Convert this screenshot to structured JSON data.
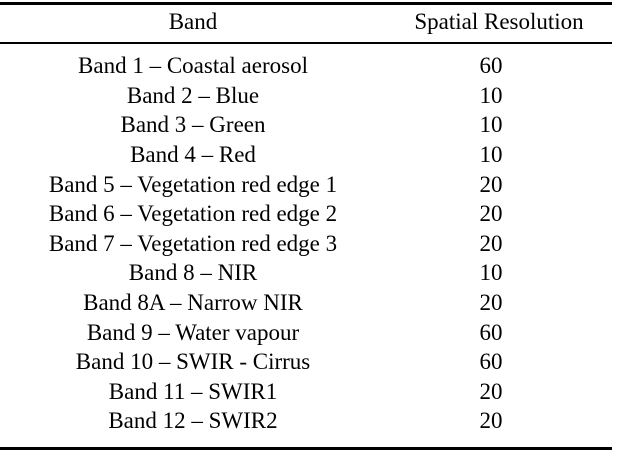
{
  "table": {
    "columns": [
      {
        "key": "band",
        "label": "Band"
      },
      {
        "key": "resolution",
        "label": "Spatial Resolution"
      }
    ],
    "rows": [
      {
        "band": "Band 1 – Coastal aerosol",
        "resolution": "60"
      },
      {
        "band": "Band 2 – Blue",
        "resolution": "10"
      },
      {
        "band": "Band 3 – Green",
        "resolution": "10"
      },
      {
        "band": "Band 4 – Red",
        "resolution": "10"
      },
      {
        "band": "Band 5 – Vegetation red edge 1",
        "resolution": "20"
      },
      {
        "band": "Band 6 – Vegetation red edge 2",
        "resolution": "20"
      },
      {
        "band": "Band 7 – Vegetation red edge 3",
        "resolution": "20"
      },
      {
        "band": "Band 8 – NIR",
        "resolution": "10"
      },
      {
        "band": "Band 8A – Narrow NIR",
        "resolution": "20"
      },
      {
        "band": "Band 9 – Water vapour",
        "resolution": "60"
      },
      {
        "band": "Band 10 – SWIR - Cirrus",
        "resolution": "60"
      },
      {
        "band": "Band 11 – SWIR1",
        "resolution": "20"
      },
      {
        "band": "Band 12 – SWIR2",
        "resolution": "20"
      }
    ]
  },
  "style": {
    "text_color": "#000000",
    "background_color": "#ffffff",
    "rule_color": "#000000"
  }
}
